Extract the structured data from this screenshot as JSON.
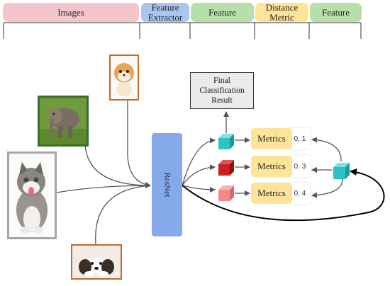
{
  "header": {
    "stages": [
      {
        "label": "Images",
        "color": "#f4c6cc"
      },
      {
        "label": "Feature\nExtractor",
        "color": "#a9c5f0"
      },
      {
        "label": "Feature",
        "color": "#b6dfa9"
      },
      {
        "label": "Distance\nMetric",
        "color": "#fde49a"
      },
      {
        "label": "Feature",
        "color": "#b6dfa9"
      }
    ]
  },
  "images": [
    {
      "name": "kitten",
      "border": "#a6a6a6"
    },
    {
      "name": "elephant",
      "border": "#3f6b2e"
    },
    {
      "name": "pomeranian",
      "border": "#c36a2d"
    },
    {
      "name": "puppy",
      "border": "#c36a2d"
    }
  ],
  "extractor": {
    "label": "ResNet",
    "color": "#86a9ea"
  },
  "result": {
    "label": "Final\nClassification\nResult"
  },
  "metrics": [
    {
      "label": "Metrics",
      "score": "0. 1"
    },
    {
      "label": "Metrics",
      "score": "0. 3"
    },
    {
      "label": "Metrics",
      "score": "0. 4"
    }
  ],
  "features": {
    "colors": [
      "#2bc3c3",
      "#cc1f1f",
      "#f08a8a",
      "#2bc3c3"
    ]
  }
}
